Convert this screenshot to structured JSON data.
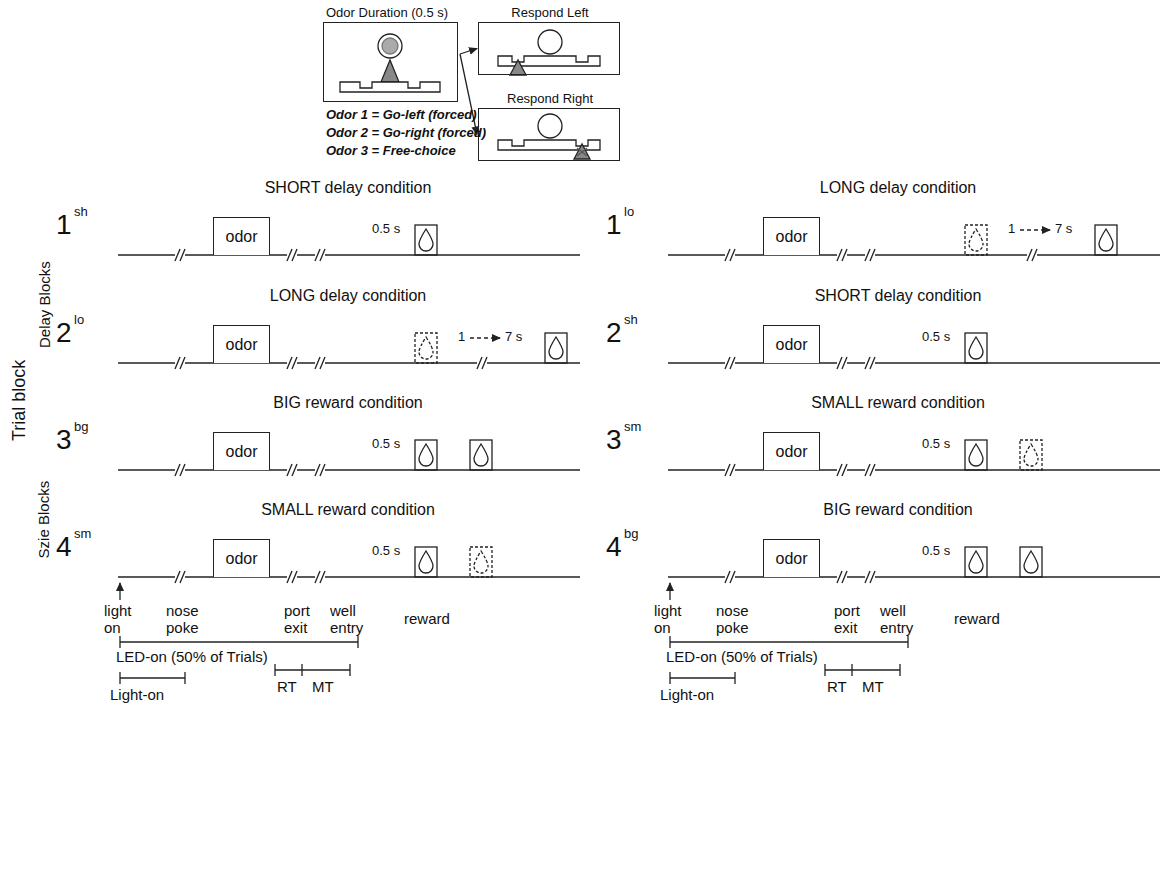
{
  "diagram": {
    "nodes": [
      {
        "text": [
          "Odor Duration (0.5 s)"
        ]
      },
      {
        "text": [
          "Respond Left"
        ]
      },
      {
        "text": [
          "Respond Right"
        ]
      },
      {
        "text": [
          "odor"
        ]
      },
      {
        "text": [
          "odor"
        ]
      },
      {
        "text": [
          "odor"
        ]
      },
      {
        "text": [
          "odor"
        ]
      },
      {
        "text": [
          "odor"
        ]
      },
      {
        "text": [
          "odor"
        ]
      },
      {
        "text": [
          "odor"
        ]
      },
      {
        "text": [
          "odor"
        ]
      }
    ],
    "edges": [
      {
        "from": 0,
        "to": 1,
        "arrow": "to"
      },
      {
        "from": 0,
        "to": 2,
        "arrow": "to"
      }
    ],
    "labels": [
      "Odor 1 = Go-left (forced)",
      "Odor 2 = Go-right (forced)",
      "Odor 3 = Free-choice",
      "Trial block",
      "Delay Blocks",
      "Szie Blocks",
      "1",
      "sh",
      "SHORT delay condition",
      "0.5 s",
      "1",
      "lo",
      "LONG delay condition",
      "1",
      "7 s",
      "2",
      "lo",
      "LONG delay condition",
      "1",
      "7 s",
      "2",
      "sh",
      "SHORT delay condition",
      "0.5 s",
      "3",
      "bg",
      "BIG reward condition",
      "0.5 s",
      "3",
      "sm",
      "SMALL reward condition",
      "0.5 s",
      "4",
      "sm",
      "SMALL reward condition",
      "0.5 s",
      "4",
      "bg",
      "BIG reward condition",
      "0.5 s",
      "light on",
      "nose poke",
      "port exit",
      "well entry",
      "reward",
      "LED-on (50% of Trials)",
      "Light-on",
      "RT",
      "MT",
      "light on",
      "nose poke",
      "port exit",
      "well entry",
      "reward",
      "LED-on (50% of Trials)",
      "Light-on",
      "RT",
      "MT"
    ]
  }
}
